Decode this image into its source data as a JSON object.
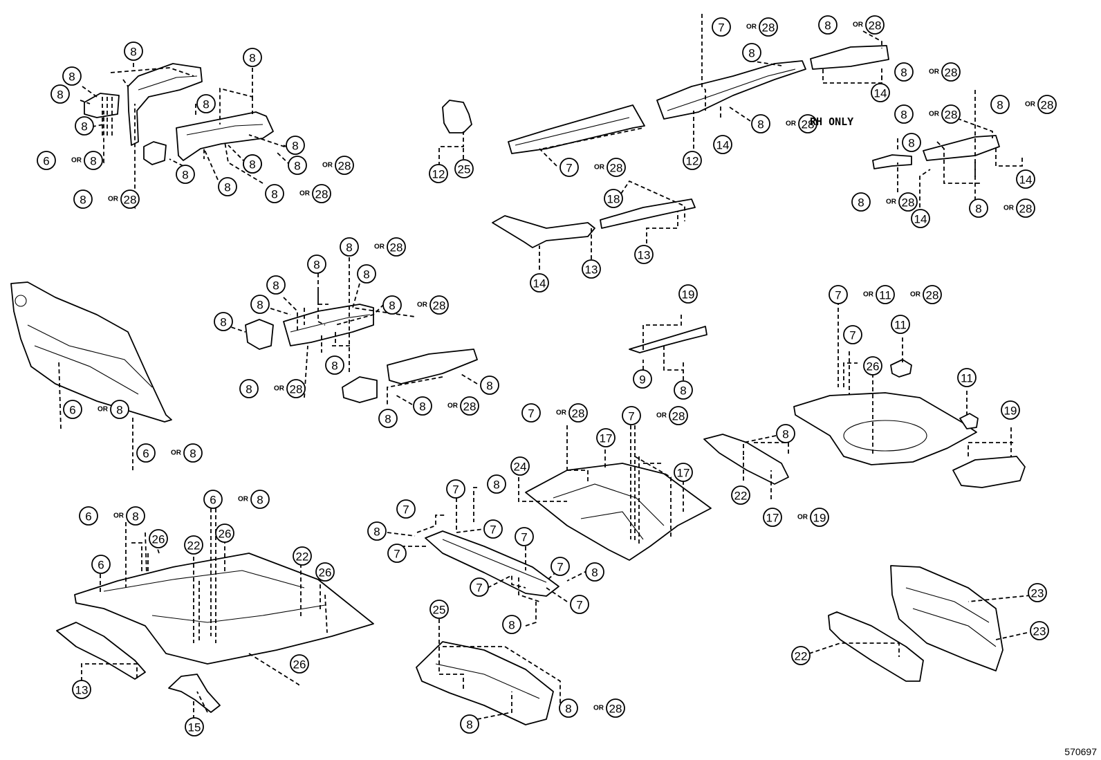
{
  "diagram_id": "570697",
  "note_rh_only": "RH ONLY",
  "sep_word": "OR",
  "callouts": [
    {
      "id": "c1",
      "parts": [
        "8"
      ]
    },
    {
      "id": "c2",
      "parts": [
        "8"
      ]
    },
    {
      "id": "c3",
      "parts": [
        "8"
      ]
    },
    {
      "id": "c4",
      "parts": [
        "8"
      ]
    },
    {
      "id": "c5",
      "parts": [
        "8"
      ]
    },
    {
      "id": "c6",
      "parts": [
        "6",
        "8"
      ]
    },
    {
      "id": "c7",
      "parts": [
        "8",
        "28"
      ]
    },
    {
      "id": "c8",
      "parts": [
        "8"
      ]
    },
    {
      "id": "c9",
      "parts": [
        "8"
      ]
    },
    {
      "id": "c10",
      "parts": [
        "8"
      ]
    },
    {
      "id": "c11",
      "parts": [
        "8"
      ]
    },
    {
      "id": "c12",
      "parts": [
        "8",
        "28"
      ]
    },
    {
      "id": "c13",
      "parts": [
        "8"
      ]
    },
    {
      "id": "c14",
      "parts": [
        "8",
        "28"
      ]
    },
    {
      "id": "c15",
      "parts": [
        "8"
      ]
    },
    {
      "id": "c16",
      "parts": [
        "12"
      ]
    },
    {
      "id": "c17",
      "parts": [
        "25"
      ]
    },
    {
      "id": "c18",
      "parts": [
        "7",
        "28"
      ]
    },
    {
      "id": "c19",
      "parts": [
        "7",
        "28"
      ]
    },
    {
      "id": "c20",
      "parts": [
        "8",
        "28"
      ]
    },
    {
      "id": "c21",
      "parts": [
        "8"
      ]
    },
    {
      "id": "c22",
      "parts": [
        "8",
        "28"
      ]
    },
    {
      "id": "c23",
      "parts": [
        "14"
      ]
    },
    {
      "id": "c24",
      "parts": [
        "8",
        "28"
      ]
    },
    {
      "id": "c25",
      "parts": [
        "12"
      ]
    },
    {
      "id": "c26",
      "parts": [
        "14"
      ]
    },
    {
      "id": "c27",
      "parts": [
        "8",
        "28"
      ]
    },
    {
      "id": "c28",
      "parts": [
        "8",
        "28"
      ]
    },
    {
      "id": "c29",
      "parts": [
        "8"
      ]
    },
    {
      "id": "c30",
      "parts": [
        "14"
      ]
    },
    {
      "id": "c31",
      "parts": [
        "8",
        "28"
      ]
    },
    {
      "id": "c32",
      "parts": [
        "14"
      ]
    },
    {
      "id": "c33",
      "parts": [
        "8",
        "28"
      ]
    },
    {
      "id": "c34",
      "parts": [
        "18"
      ]
    },
    {
      "id": "c35",
      "parts": [
        "13"
      ]
    },
    {
      "id": "c36",
      "parts": [
        "14"
      ]
    },
    {
      "id": "c37",
      "parts": [
        "13"
      ]
    },
    {
      "id": "c38",
      "parts": [
        "6",
        "8"
      ]
    },
    {
      "id": "c39",
      "parts": [
        "6",
        "8"
      ]
    },
    {
      "id": "c40",
      "parts": [
        "8",
        "28"
      ]
    },
    {
      "id": "c41",
      "parts": [
        "8"
      ]
    },
    {
      "id": "c42",
      "parts": [
        "8"
      ]
    },
    {
      "id": "c43",
      "parts": [
        "8"
      ]
    },
    {
      "id": "c44",
      "parts": [
        "8",
        "28"
      ]
    },
    {
      "id": "c45",
      "parts": [
        "8"
      ]
    },
    {
      "id": "c46",
      "parts": [
        "8"
      ]
    },
    {
      "id": "c47",
      "parts": [
        "8",
        "28"
      ]
    },
    {
      "id": "c48",
      "parts": [
        "8"
      ]
    },
    {
      "id": "c49",
      "parts": [
        "8"
      ]
    },
    {
      "id": "c50",
      "parts": [
        "8",
        "28"
      ]
    },
    {
      "id": "c51",
      "parts": [
        "8"
      ]
    },
    {
      "id": "c52",
      "parts": [
        "19"
      ]
    },
    {
      "id": "c53",
      "parts": [
        "9"
      ]
    },
    {
      "id": "c54",
      "parts": [
        "8"
      ]
    },
    {
      "id": "c55",
      "parts": [
        "7",
        "11",
        "28"
      ]
    },
    {
      "id": "c56",
      "parts": [
        "7"
      ]
    },
    {
      "id": "c57",
      "parts": [
        "11"
      ]
    },
    {
      "id": "c58",
      "parts": [
        "26"
      ]
    },
    {
      "id": "c59",
      "parts": [
        "11"
      ]
    },
    {
      "id": "c60",
      "parts": [
        "19"
      ]
    },
    {
      "id": "c61",
      "parts": [
        "8"
      ]
    },
    {
      "id": "c62",
      "parts": [
        "22"
      ]
    },
    {
      "id": "c63",
      "parts": [
        "17",
        "19"
      ]
    },
    {
      "id": "c64",
      "parts": [
        "7",
        "28"
      ]
    },
    {
      "id": "c65",
      "parts": [
        "7",
        "28"
      ]
    },
    {
      "id": "c66",
      "parts": [
        "17"
      ]
    },
    {
      "id": "c67",
      "parts": [
        "24"
      ]
    },
    {
      "id": "c68",
      "parts": [
        "17"
      ]
    },
    {
      "id": "c69",
      "parts": [
        "6",
        "8"
      ]
    },
    {
      "id": "c70",
      "parts": [
        "6",
        "8"
      ]
    },
    {
      "id": "c71",
      "parts": [
        "26"
      ]
    },
    {
      "id": "c72",
      "parts": [
        "22"
      ]
    },
    {
      "id": "c73",
      "parts": [
        "26"
      ]
    },
    {
      "id": "c74",
      "parts": [
        "6"
      ]
    },
    {
      "id": "c75",
      "parts": [
        "22"
      ]
    },
    {
      "id": "c76",
      "parts": [
        "26"
      ]
    },
    {
      "id": "c77",
      "parts": [
        "26"
      ]
    },
    {
      "id": "c78",
      "parts": [
        "13"
      ]
    },
    {
      "id": "c79",
      "parts": [
        "15"
      ]
    },
    {
      "id": "c80",
      "parts": [
        "7"
      ]
    },
    {
      "id": "c81",
      "parts": [
        "8"
      ]
    },
    {
      "id": "c82",
      "parts": [
        "7"
      ]
    },
    {
      "id": "c83",
      "parts": [
        "8"
      ]
    },
    {
      "id": "c84",
      "parts": [
        "7"
      ]
    },
    {
      "id": "c85",
      "parts": [
        "7"
      ]
    },
    {
      "id": "c86",
      "parts": [
        "7"
      ]
    },
    {
      "id": "c87",
      "parts": [
        "7"
      ]
    },
    {
      "id": "c88",
      "parts": [
        "8"
      ]
    },
    {
      "id": "c89",
      "parts": [
        "7"
      ]
    },
    {
      "id": "c90",
      "parts": [
        "7"
      ]
    },
    {
      "id": "c91",
      "parts": [
        "8"
      ]
    },
    {
      "id": "c92",
      "parts": [
        "25"
      ]
    },
    {
      "id": "c93",
      "parts": [
        "8",
        "28"
      ]
    },
    {
      "id": "c94",
      "parts": [
        "8"
      ]
    },
    {
      "id": "c95",
      "parts": [
        "23"
      ]
    },
    {
      "id": "c96",
      "parts": [
        "23"
      ]
    },
    {
      "id": "c97",
      "parts": [
        "22"
      ]
    }
  ]
}
